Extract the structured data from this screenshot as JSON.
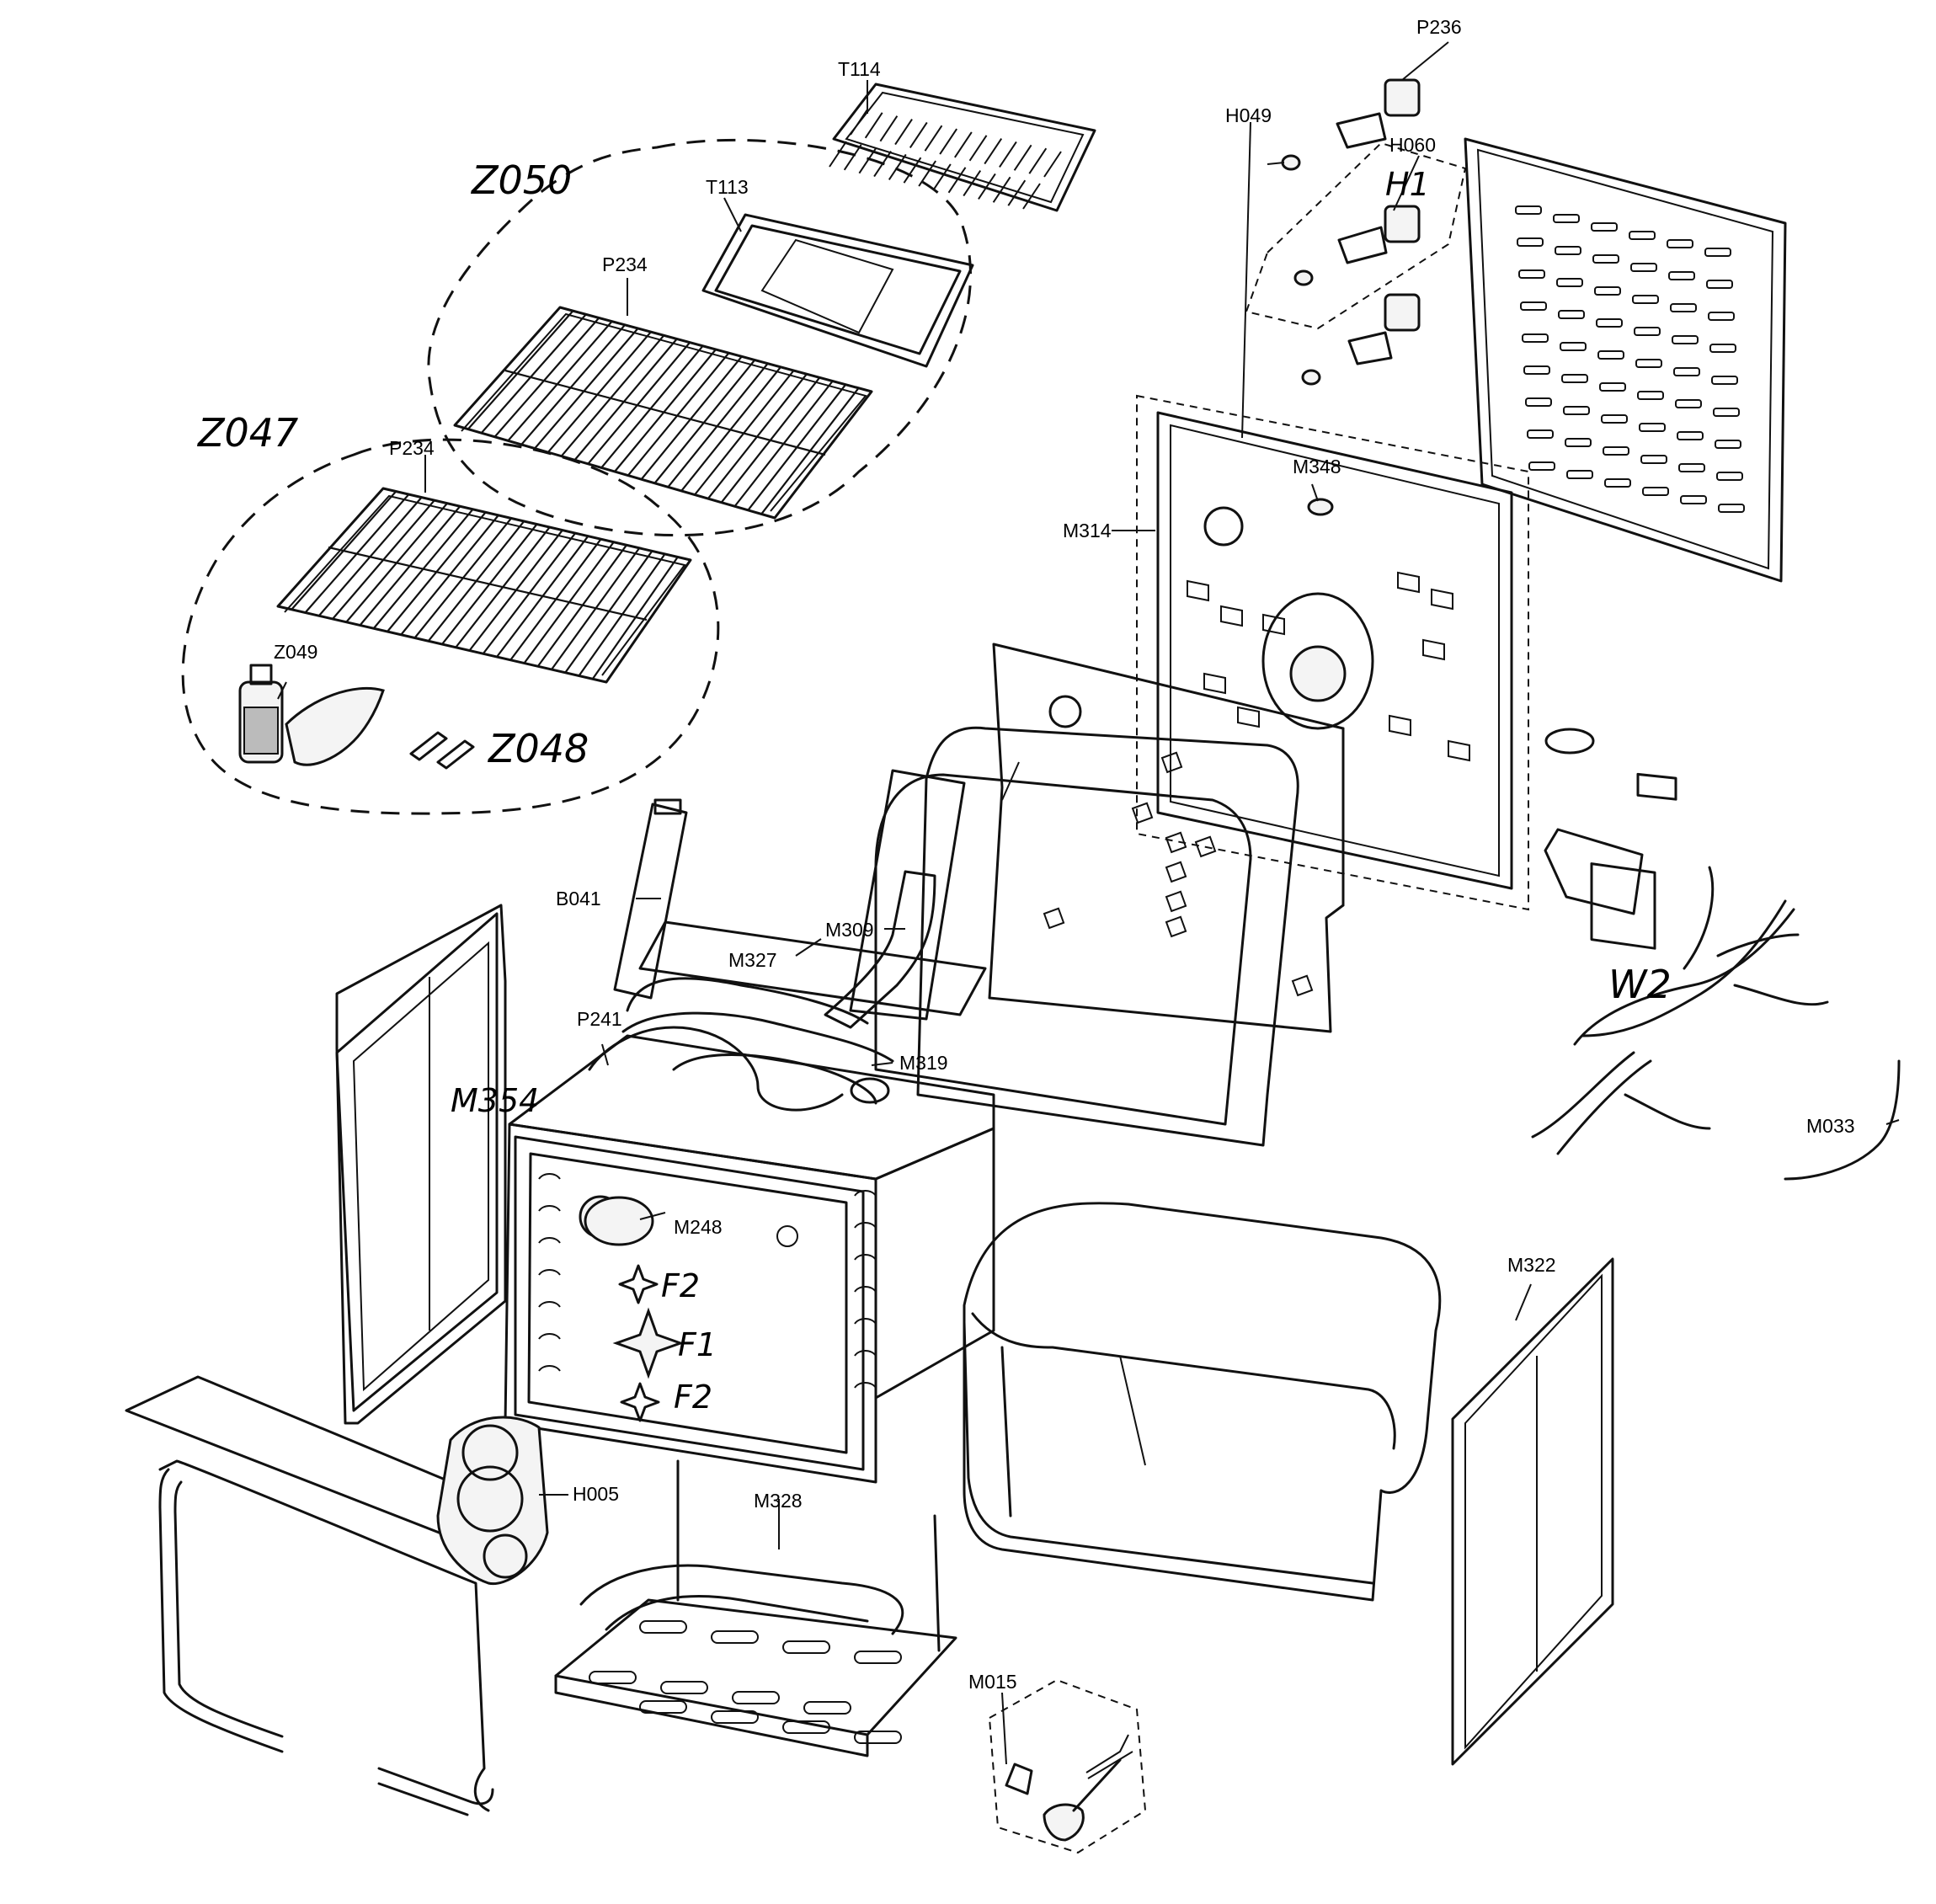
{
  "labels": {
    "T114": "T114",
    "T113": "T113",
    "P234_upper": "P234",
    "P234_lower": "P234",
    "Z049": "Z049",
    "B041": "B041",
    "M327": "M327",
    "M309": "M309",
    "P241": "P241",
    "M319": "M319",
    "M248": "M248",
    "H005": "H005",
    "M328": "M328",
    "M015": "M015",
    "M322": "M322",
    "M033": "M033",
    "M314": "M314",
    "M348": "M348",
    "H049": "H049",
    "H060": "H060",
    "P236": "P236"
  },
  "handwritten": {
    "Z050": "Z050",
    "Z047": "Z047",
    "Z048": "Z048",
    "M354": "M354",
    "F2_top": "F2",
    "F1": "F1",
    "F2_bottom": "F2",
    "W2": "W2",
    "H1": "H1"
  }
}
